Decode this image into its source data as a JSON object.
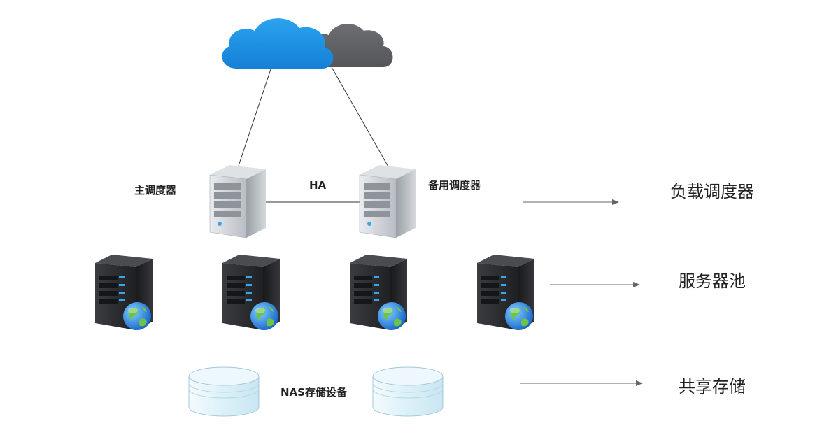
{
  "labels": {
    "primary_scheduler": "主调度器",
    "ha": "HA",
    "backup_scheduler": "备用调度器",
    "nas": "NAS存储设备"
  },
  "legend": {
    "load_scheduler": "负载调度器",
    "server_pool": "服务器池",
    "shared_storage": "共享存储"
  },
  "colors": {
    "cloud_primary": "#1e8fe0",
    "cloud_backup": "#5f6064",
    "line": "#333333",
    "arrow": "#666666",
    "server_light": "#c9cdd2",
    "server_dark": "#2b2d30",
    "server_led": "#3aa6e8",
    "disk": "#dff1f9"
  }
}
